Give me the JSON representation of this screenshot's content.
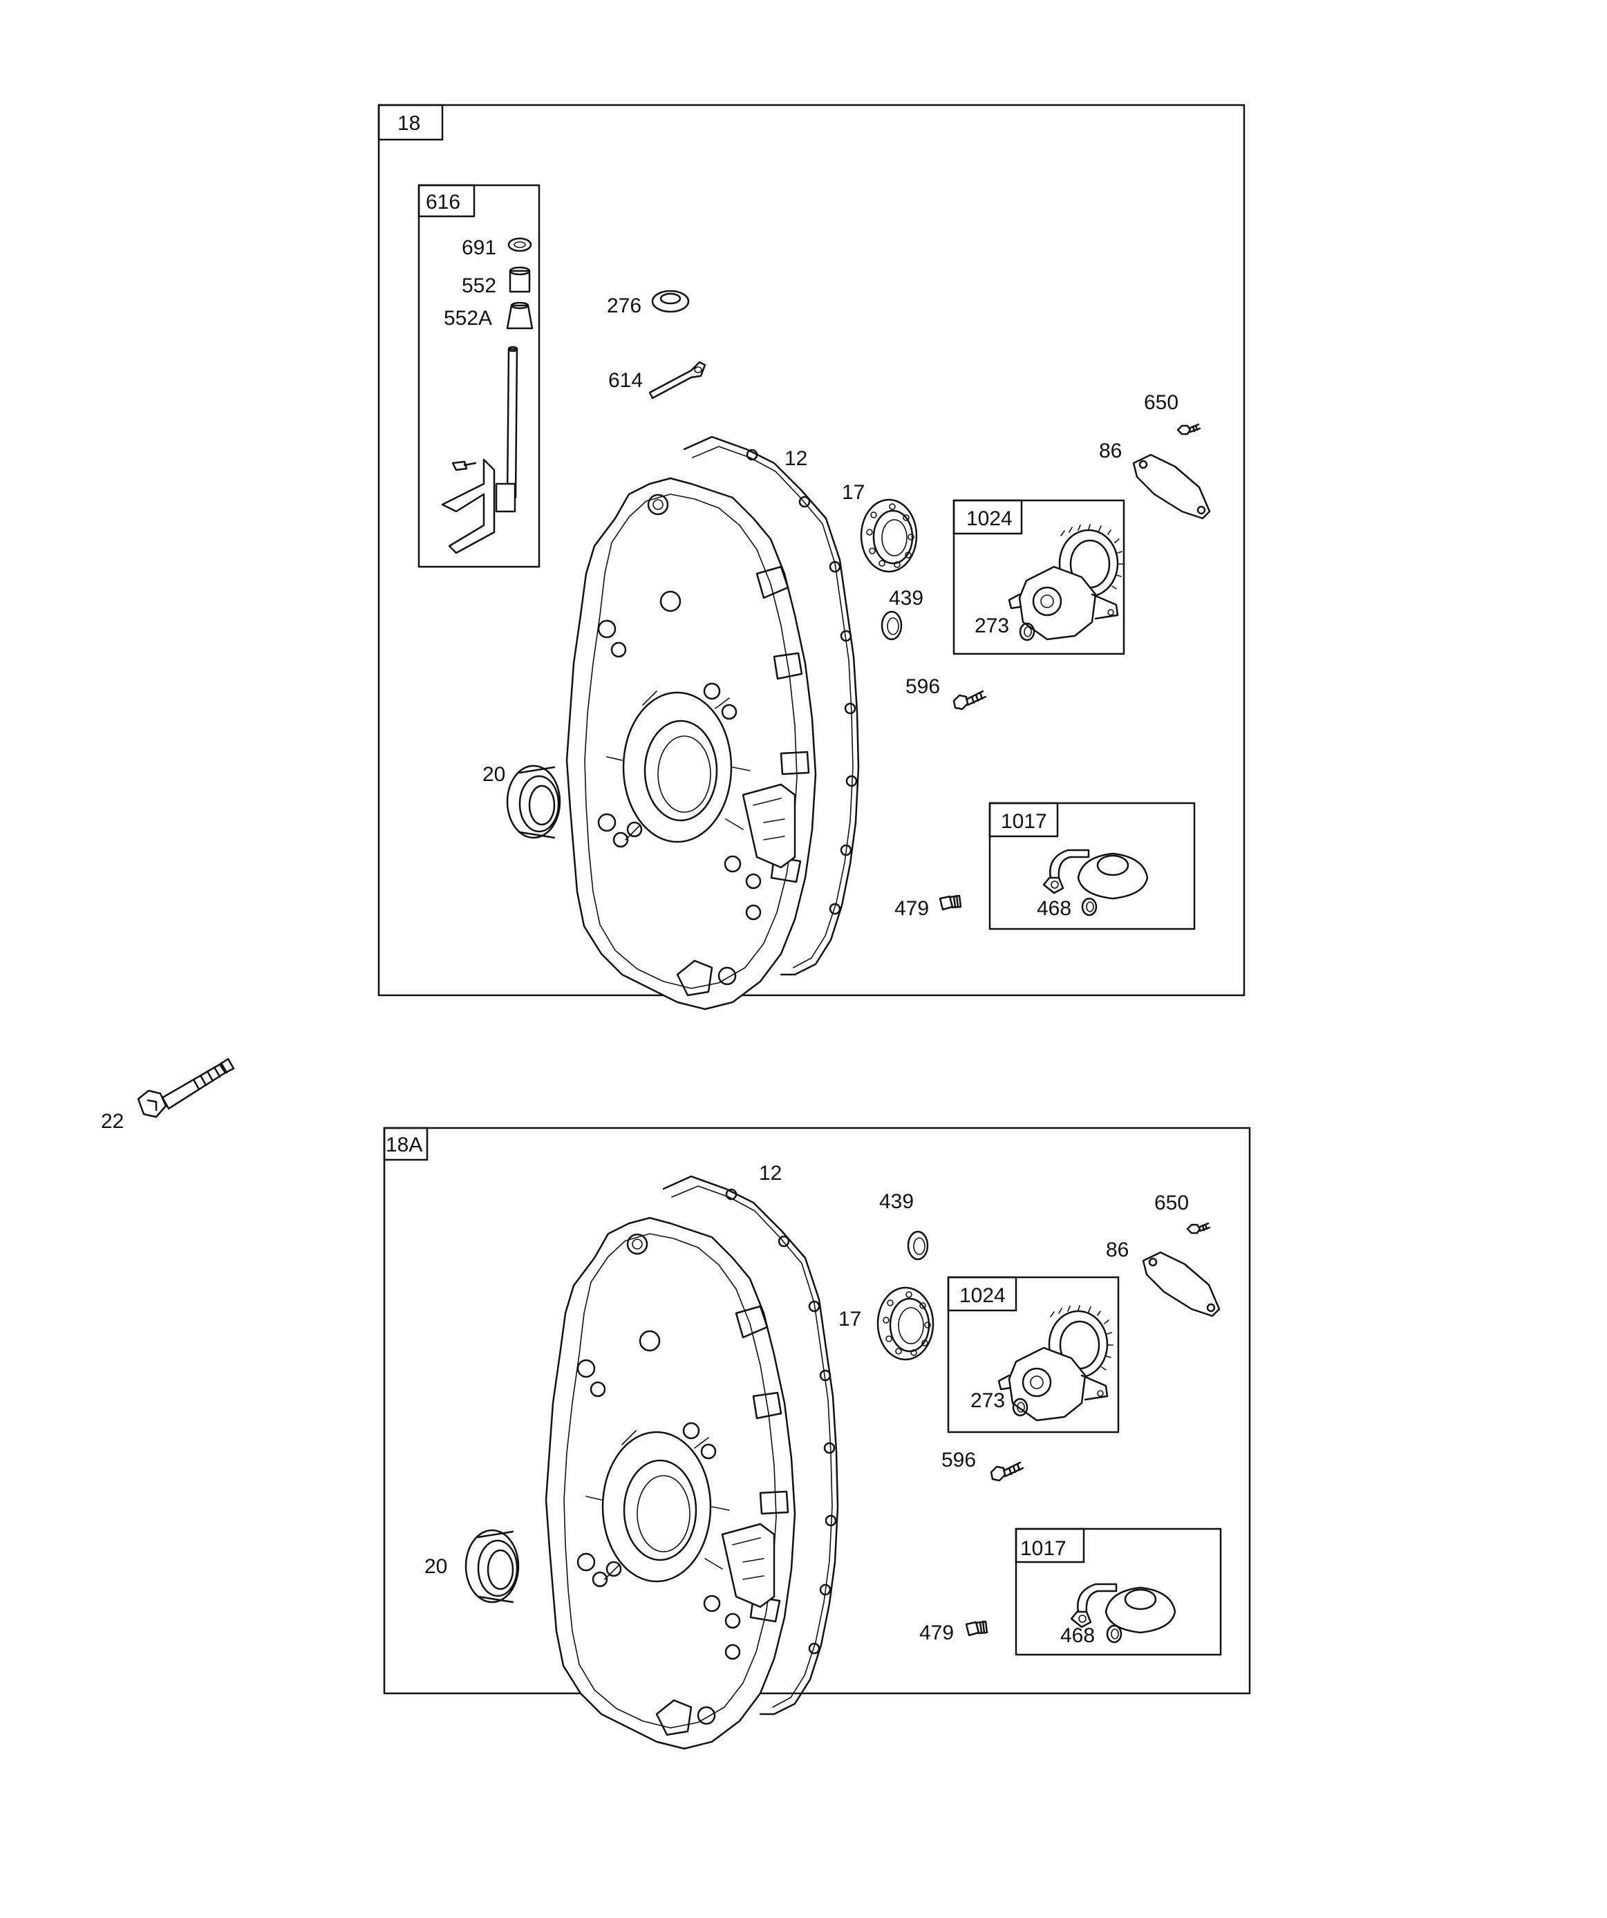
{
  "diagram_1": {
    "frame_label": "18",
    "kit_616": {
      "label": "616",
      "part_691": "691",
      "part_552": "552",
      "part_552a": "552A"
    },
    "part_276": "276",
    "part_614": "614",
    "part_12": "12",
    "part_17": "17",
    "part_439": "439",
    "part_650": "650",
    "part_86": "86",
    "kit_1024": {
      "label": "1024",
      "part_273": "273"
    },
    "part_596": "596",
    "part_20": "20",
    "kit_1017": {
      "label": "1017",
      "part_468": "468"
    },
    "part_479": "479"
  },
  "standalone_part_22": "22",
  "diagram_2": {
    "frame_label": "18A",
    "part_12": "12",
    "part_439": "439",
    "part_650": "650",
    "part_86": "86",
    "part_17": "17",
    "kit_1024": {
      "label": "1024",
      "part_273": "273"
    },
    "part_596": "596",
    "part_20": "20",
    "kit_1017": {
      "label": "1017",
      "part_468": "468"
    },
    "part_479": "479"
  }
}
